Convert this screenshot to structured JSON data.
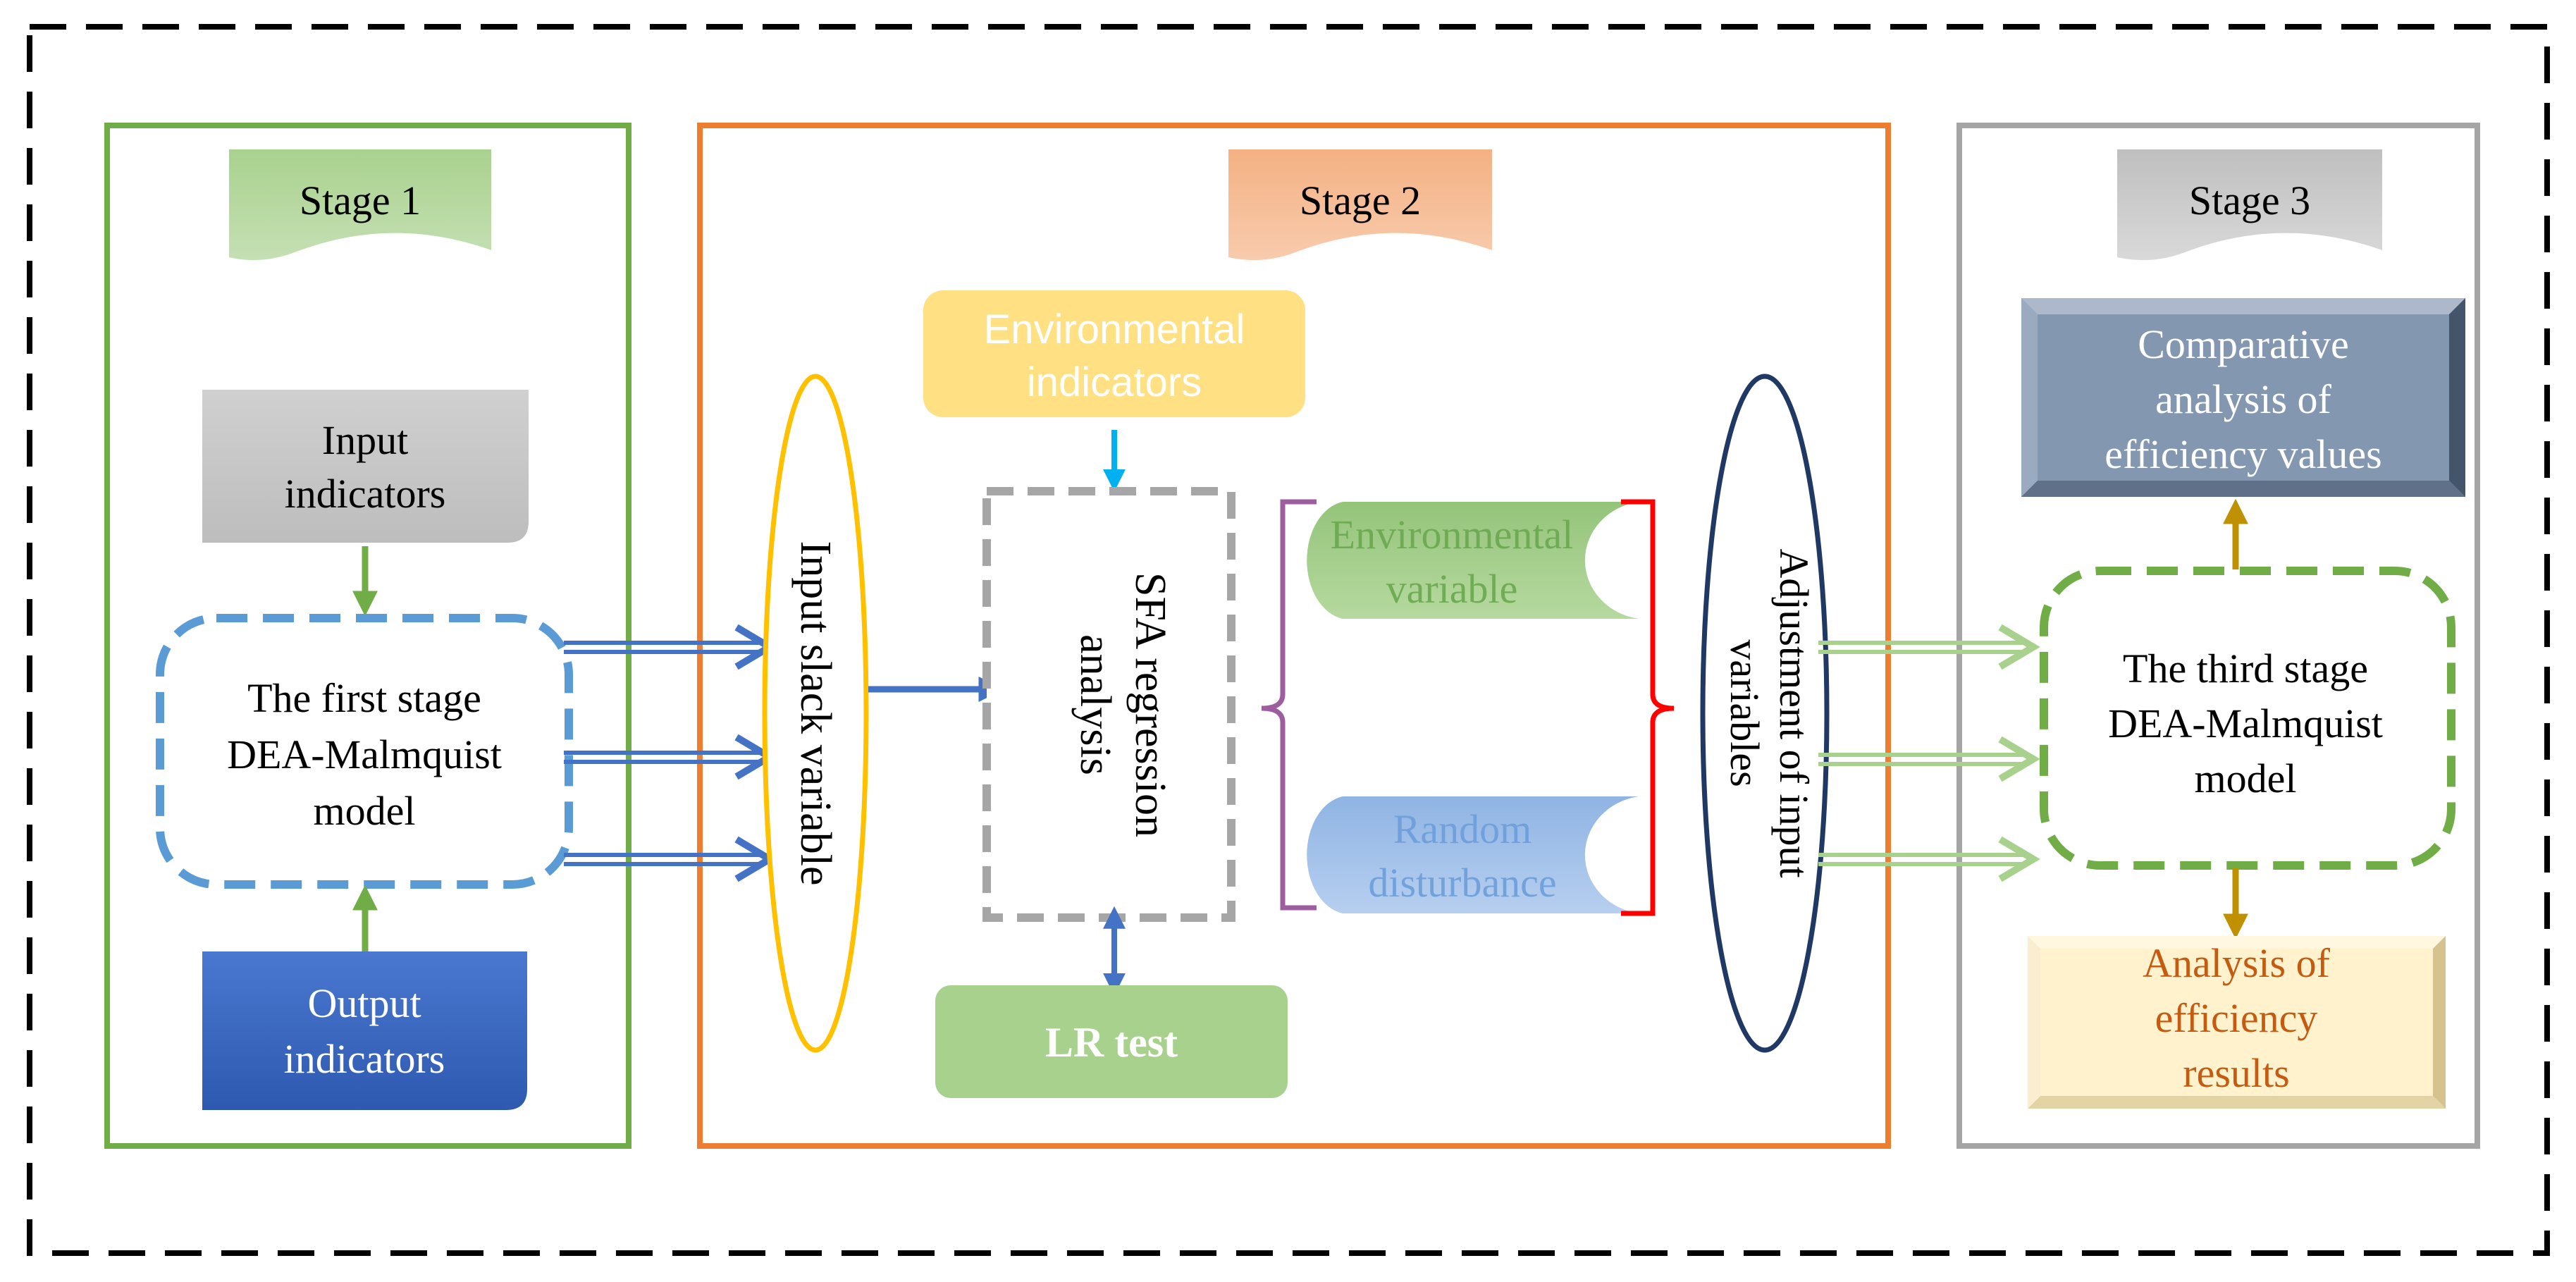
{
  "stages": {
    "stage1": {
      "label": "Stage 1"
    },
    "stage2": {
      "label": "Stage 2"
    },
    "stage3": {
      "label": "Stage 3"
    }
  },
  "stage1": {
    "input": [
      "Input",
      "indicators"
    ],
    "model": [
      "The first stage",
      "DEA-Malmquist",
      "model"
    ],
    "output": [
      "Output",
      "indicators"
    ]
  },
  "stage2": {
    "slack": "Input slack variable",
    "env_indicators": [
      "Environmental",
      "indicators"
    ],
    "sfa": [
      "SFA regression",
      "analysis"
    ],
    "lr_test": "LR test",
    "env_variable": [
      "Environmental",
      "variable"
    ],
    "random": [
      "Random",
      "disturbance"
    ],
    "adjustment": [
      "Adjustment of input",
      "variables"
    ]
  },
  "stage3": {
    "comparative": [
      "Comparative",
      "analysis of",
      "efficiency values"
    ],
    "model": [
      "The third stage",
      "DEA-Malmquist",
      "model"
    ],
    "analysis": [
      "Analysis of",
      "efficiency",
      "results"
    ]
  },
  "colors": {
    "stage1": "#70ad47",
    "stage2": "#ed7d31",
    "stage3": "#a5a5a5",
    "slack": "#ffc000",
    "adjustment": "#203864",
    "blue_arrow": "#4472c4"
  }
}
